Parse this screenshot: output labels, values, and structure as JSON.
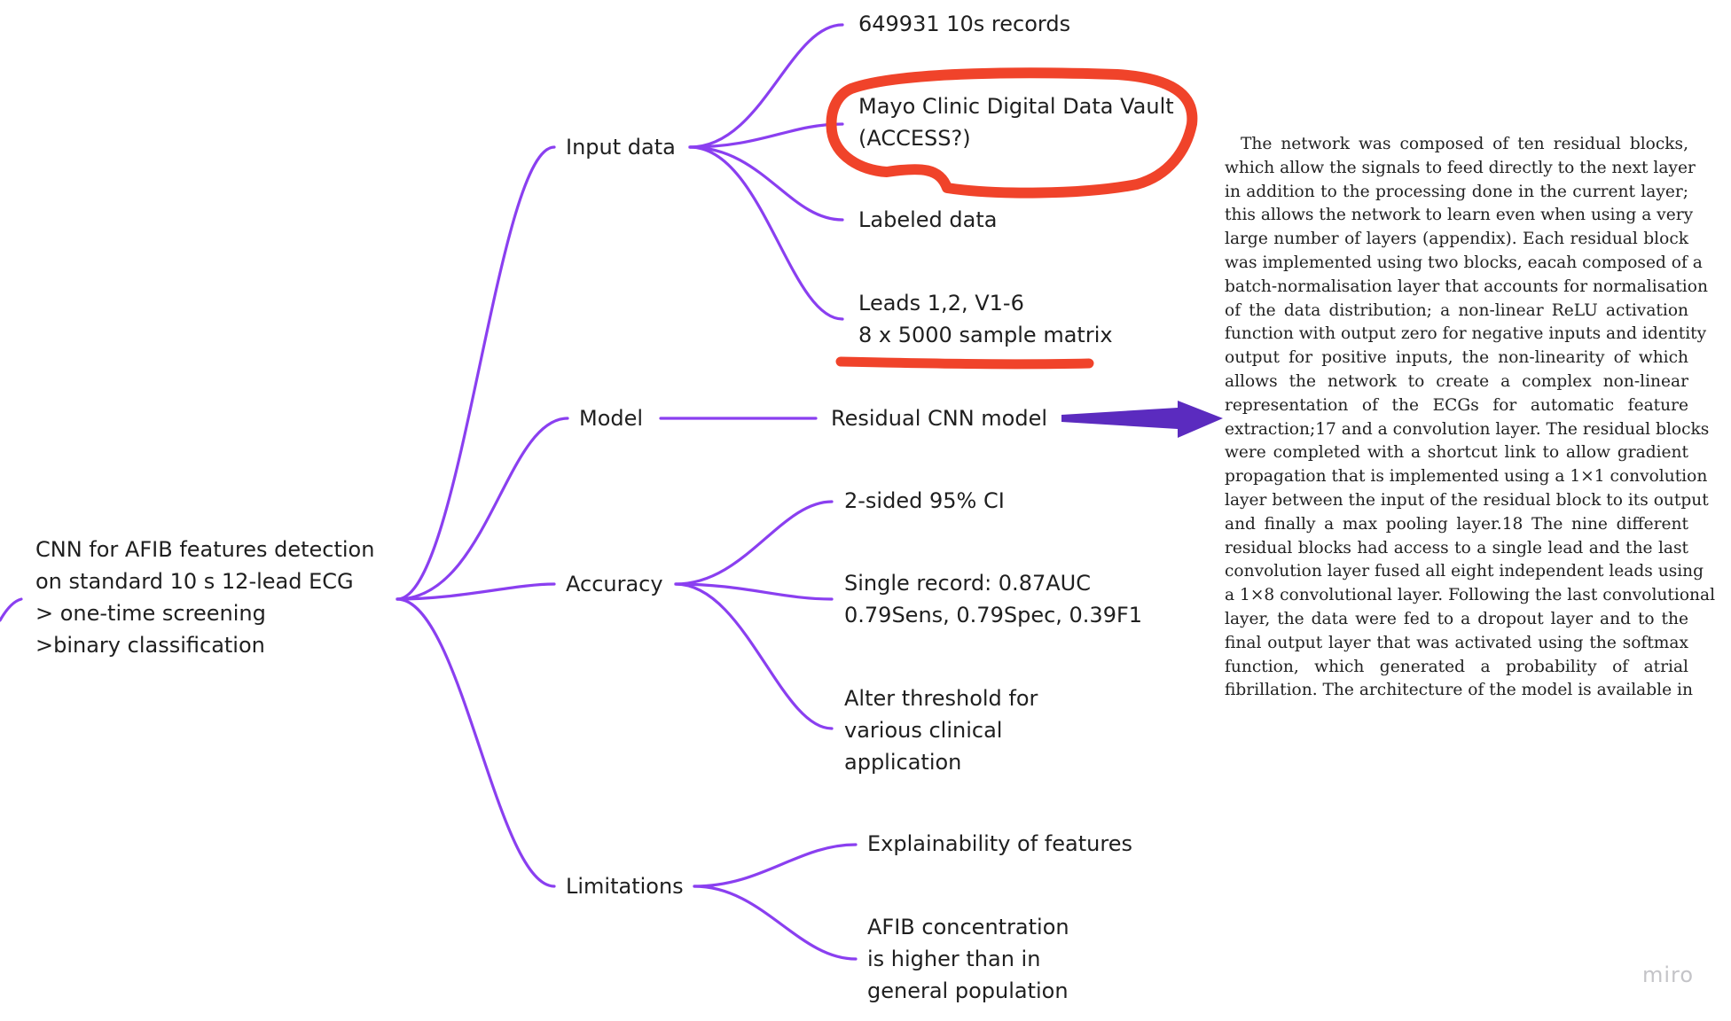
{
  "colors": {
    "connector": "#8a3ff0",
    "arrow": "#5b2bbf",
    "highlight": "#f0432a",
    "text": "#1f1f1f",
    "excerpt_text": "#222222",
    "watermark": "#c4c4c8"
  },
  "mindmap": {
    "root": {
      "lines": [
        "CNN for AFIB features detection",
        "on standard 10 s 12-lead ECG",
        "> one-time screening",
        ">binary classification"
      ]
    },
    "branches": [
      {
        "label": "Input data",
        "children": [
          {
            "lines": [
              "649931 10s records"
            ]
          },
          {
            "lines": [
              "Mayo Clinic Digital Data Vault",
              "(ACCESS?)"
            ]
          },
          {
            "lines": [
              "Labeled data"
            ]
          },
          {
            "lines": [
              "Leads 1,2, V1-6",
              "8 x 5000 sample matrix"
            ]
          }
        ]
      },
      {
        "label": "Model",
        "children": [
          {
            "lines": [
              "Residual CNN model"
            ]
          }
        ]
      },
      {
        "label": "Accuracy",
        "children": [
          {
            "lines": [
              "2-sided 95% CI"
            ]
          },
          {
            "lines": [
              "Single record: 0.87AUC",
              "0.79Sens, 0.79Spec, 0.39F1"
            ]
          },
          {
            "lines": [
              "Alter threshold for",
              "various clinical",
              "application"
            ]
          }
        ]
      },
      {
        "label": "Limitations",
        "children": [
          {
            "lines": [
              "Explainability of features"
            ]
          },
          {
            "lines": [
              "AFIB concentration",
              "is higher than in",
              "general population"
            ]
          }
        ]
      }
    ]
  },
  "excerpt": {
    "lines": [
      "The network was composed of ten residual blocks,",
      "which allow the signals to feed directly to the next layer",
      "in addition to the processing done in the current layer;",
      "this allows the network to learn even when using a very",
      "large number of layers (appendix). Each residual block",
      "was implemented using two blocks, eacah composed of a",
      "batch-normalisation layer that accounts for normalisation",
      "of the data distribution; a non-linear ReLU activation",
      "function with output zero for negative inputs and identity",
      "output for positive inputs, the  non-linearity of which",
      "allows the network to create a complex non-linear",
      "representation of the ECGs for automatic feature",
      "extraction;17 and a convolution layer. The residual blocks",
      "were completed with a shortcut link to allow gradient",
      "propagation that is implemented using a 1×1 convolution",
      "layer between the input of the residual block to its output",
      "and finally a max pooling layer.18 The nine different",
      "residual blocks had access to a single lead and the last",
      "convolution layer fused all eight independent leads using",
      "a 1×8 convolutional layer. Following the last convolutional",
      "layer, the data were fed to a dropout layer and to the",
      "final output layer that was activated using the softmax",
      "function, which generated a probability of atrial",
      "fibrillation. The architecture of the model is available in"
    ]
  },
  "watermark": "miro"
}
